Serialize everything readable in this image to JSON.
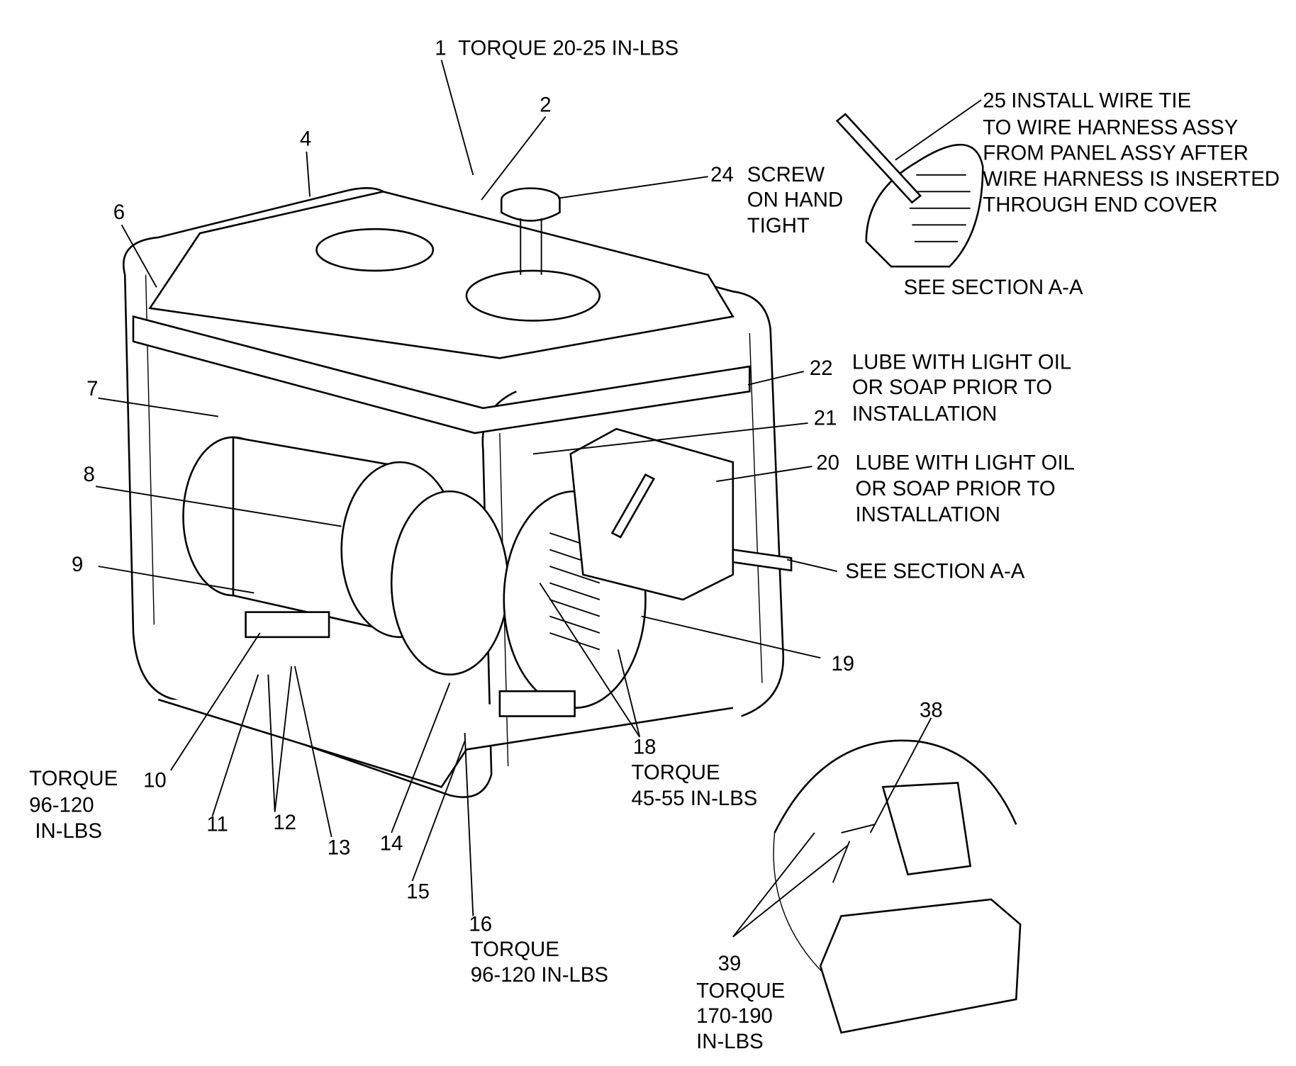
{
  "callouts": {
    "c1": {
      "num": "1",
      "text": "TORQUE 20-25 IN-LBS"
    },
    "c2": {
      "num": "2"
    },
    "c4": {
      "num": "4"
    },
    "c6": {
      "num": "6"
    },
    "c7": {
      "num": "7"
    },
    "c8": {
      "num": "8"
    },
    "c9": {
      "num": "9"
    },
    "c10": {
      "num": "10"
    },
    "c10_torque": [
      "TORQUE",
      "96-120",
      "IN-LBS"
    ],
    "c11": {
      "num": "11"
    },
    "c12": {
      "num": "12"
    },
    "c13": {
      "num": "13"
    },
    "c14": {
      "num": "14"
    },
    "c15": {
      "num": "15"
    },
    "c16": {
      "num": "16",
      "lines": [
        "TORQUE",
        "96-120 IN-LBS"
      ]
    },
    "c18": {
      "num": "18",
      "lines": [
        "TORQUE",
        "45-55 IN-LBS"
      ]
    },
    "c19": {
      "num": "19"
    },
    "c19_see": "SEE SECTION A-A",
    "c20": {
      "num": "20",
      "lines": [
        "LUBE WITH LIGHT OIL",
        "OR SOAP PRIOR TO",
        "INSTALLATION"
      ]
    },
    "c21": {
      "num": "21"
    },
    "c22": {
      "num": "22",
      "lines": [
        "LUBE WITH LIGHT OIL",
        "OR SOAP PRIOR TO",
        "INSTALLATION"
      ]
    },
    "c24": {
      "num": "24",
      "lines": [
        "SCREW",
        "ON HAND",
        "TIGHT"
      ]
    },
    "c25": {
      "num": "25",
      "lines": [
        "INSTALL WIRE TIE",
        "TO WIRE HARNESS ASSY",
        "FROM PANEL ASSY AFTER",
        "WIRE HARNESS IS INSERTED",
        "THROUGH END COVER"
      ]
    },
    "section_label": "SEE SECTION A-A",
    "c38": {
      "num": "38"
    },
    "c39": {
      "num": "39",
      "lines": [
        "TORQUE",
        "170-190",
        "IN-LBS"
      ]
    }
  }
}
